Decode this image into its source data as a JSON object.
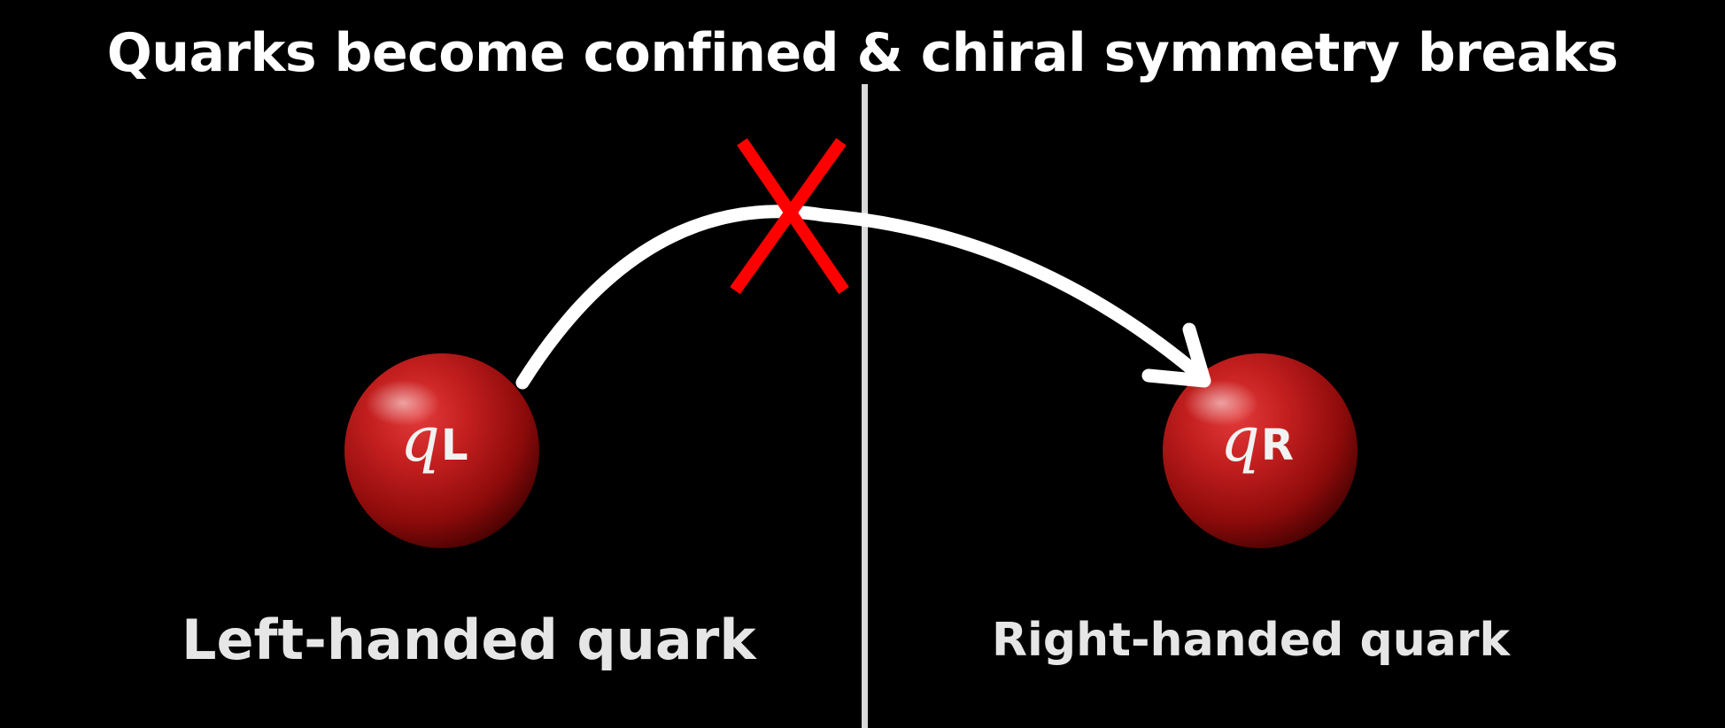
{
  "title": "Quarks become confined & chiral symmetry breaks",
  "left_quark": {
    "symbol": "q",
    "subscript": "L",
    "caption": "Left-handed quark"
  },
  "right_quark": {
    "symbol": "q",
    "subscript": "R",
    "caption": "Right-handed quark"
  },
  "transition_blocked_marker": "X",
  "colors": {
    "background": "#000000",
    "sphere": "#b01515",
    "arrow": "#ffffff",
    "blocked_marker": "#ff0000",
    "divider": "#d9d9d9"
  }
}
